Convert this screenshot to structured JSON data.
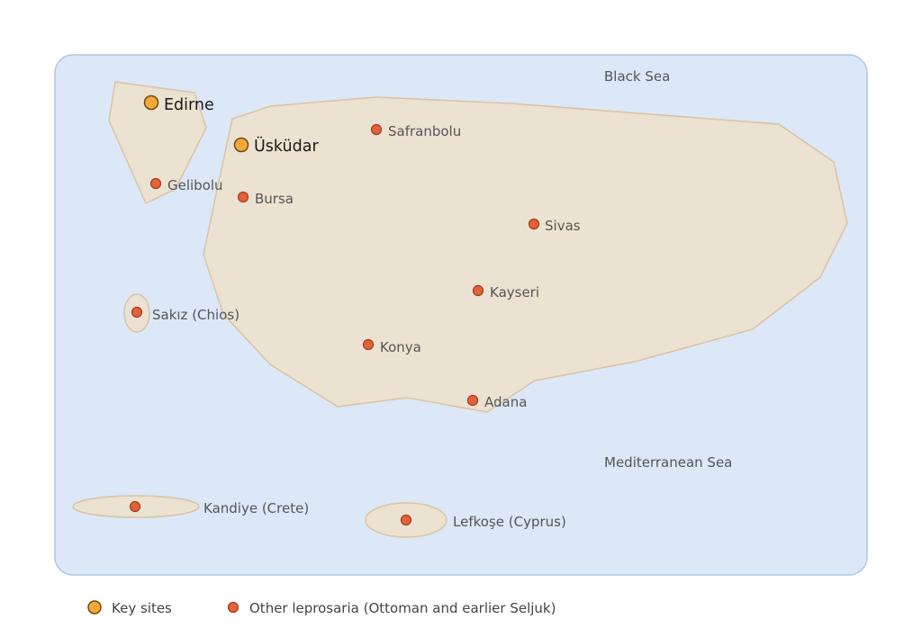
{
  "colors": {
    "sea_fill": "#dce8f8",
    "sea_stroke": "#aec6e4",
    "land_fill": "#ece2d2",
    "land_stroke": "#d9c3a2",
    "key_site_fill": "#f7a83a",
    "key_site_stroke": "#6e4a12",
    "other_site_fill": "#e2623a",
    "other_site_stroke": "#a53a1c"
  },
  "seas": {
    "black_sea": "Black Sea",
    "mediterranean_sea": "Mediterranean Sea"
  },
  "key_sites": [
    {
      "id": "edirne",
      "name": "Edirne"
    },
    {
      "id": "uskudar",
      "name": "Üsküdar"
    }
  ],
  "other_sites": [
    {
      "id": "safranbolu",
      "name": "Safranbolu"
    },
    {
      "id": "gelibolu",
      "name": "Gelibolu"
    },
    {
      "id": "bursa",
      "name": "Bursa"
    },
    {
      "id": "sivas",
      "name": "Sivas"
    },
    {
      "id": "kayseri",
      "name": "Kayseri"
    },
    {
      "id": "sakiz",
      "name": "Sakız (Chios)"
    },
    {
      "id": "konya",
      "name": "Konya"
    },
    {
      "id": "adana",
      "name": "Adana"
    },
    {
      "id": "kandiye",
      "name": "Kandiye (Crete)"
    },
    {
      "id": "lefkose",
      "name": "Lefkoşe (Cyprus)"
    }
  ],
  "legend": {
    "key_sites": "Key sites",
    "other_sites": "Other leprosaria (Ottoman and earlier Seljuk)"
  }
}
